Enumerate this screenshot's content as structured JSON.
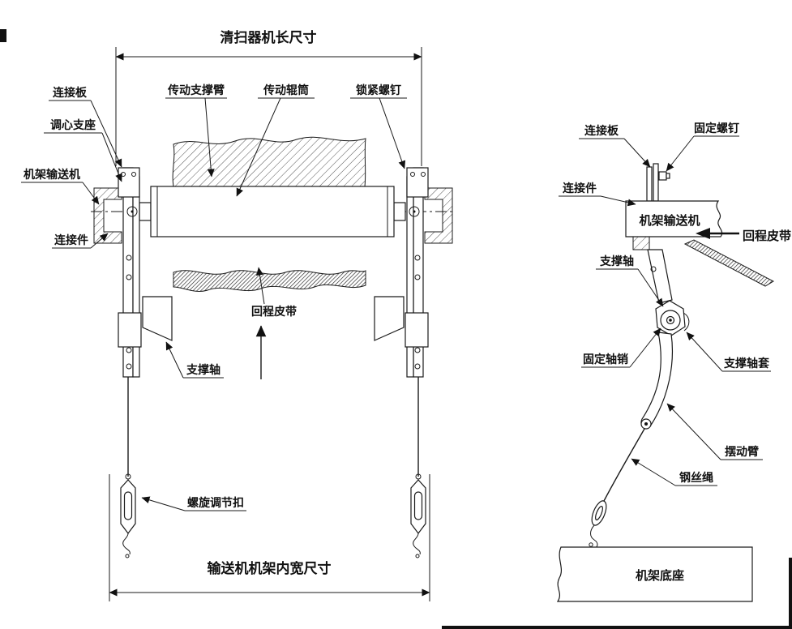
{
  "colors": {
    "line": "#1a1a1a",
    "background": "#ffffff"
  },
  "front_view": {
    "dimension_top": "清扫器机长尺寸",
    "dimension_bottom": "输送机机架内宽尺寸",
    "labels": {
      "connection_plate": "连接板",
      "aligning_support": "调心支座",
      "frame_conveyor": "机架输送机",
      "connector": "连接件",
      "drive_support_arm": "传动支撑臂",
      "drive_roller": "传动辊筒",
      "locking_screw": "锁紧螺钉",
      "return_belt": "回程皮带",
      "support_shaft": "支撑轴",
      "screw_adjuster": "螺旋调节扣"
    }
  },
  "side_view": {
    "labels": {
      "connection_plate": "连接板",
      "fixing_screw": "固定螺钉",
      "connector": "连接件",
      "frame_conveyor": "机架输送机",
      "return_belt": "回程皮带",
      "support_shaft": "支撑轴",
      "fixing_pin": "固定轴销",
      "support_shaft_sleeve": "支撑轴套",
      "swing_arm": "摆动臂",
      "wire_rope": "钢丝绳",
      "frame_base": "机架底座"
    }
  }
}
